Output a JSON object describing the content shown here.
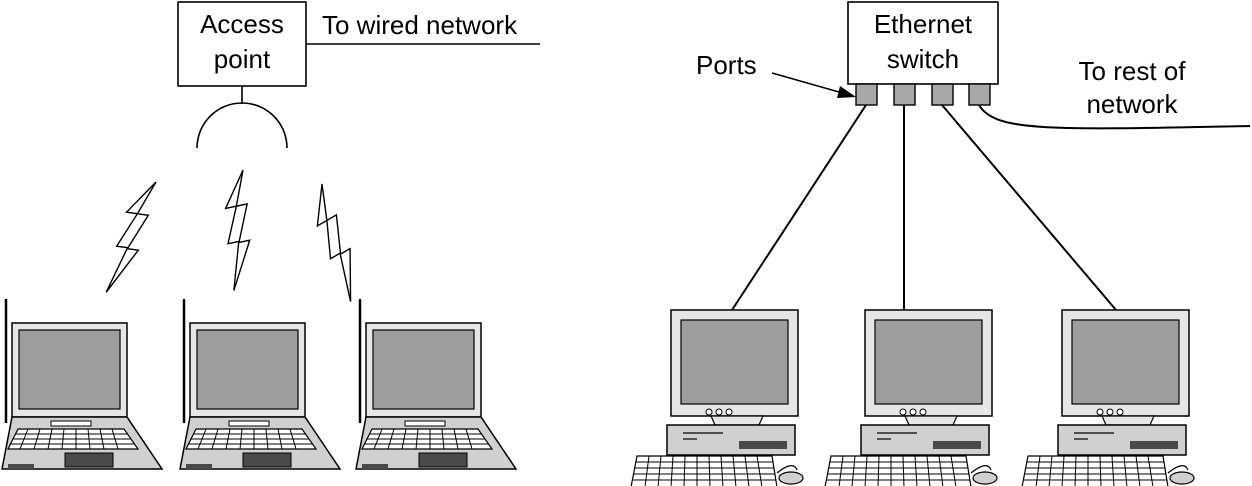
{
  "wireless": {
    "access_point_line1": "Access",
    "access_point_line2": "point",
    "wired_link_label": "To wired network",
    "laptop_count": 3
  },
  "wired": {
    "switch_line1": "Ethernet",
    "switch_line2": "switch",
    "ports_label": "Ports",
    "uplink_line1": "To rest of",
    "uplink_line2": "network",
    "port_count": 4,
    "desktop_count": 3
  },
  "colors": {
    "stroke": "#000000",
    "screen": "#9e9e9e",
    "device_body": "#e6e6e6",
    "base": "#d0d0d0",
    "touchpad": "#4a4a4a",
    "port": "#a8a8a8"
  }
}
